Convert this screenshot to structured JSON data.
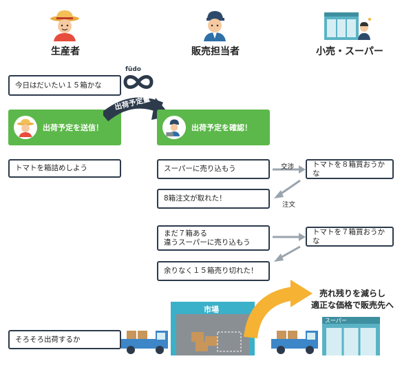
{
  "columns": {
    "producer": "生産者",
    "sales": "販売担当者",
    "retail": "小売・スーパー"
  },
  "logo": {
    "brand": "fūdo",
    "arrow_label": "出荷予定量"
  },
  "producer_boxes": {
    "today": "今日はだいたい１５箱かな",
    "send": "出荷予定を送信！",
    "pack": "トマトを箱詰めしよう",
    "ship": "そろそろ出荷するか"
  },
  "sales_boxes": {
    "confirm": "出荷予定を確認！",
    "sell_super": "スーパーに売り込もう",
    "order8": "8箱注文が取れた！",
    "seven_left_1": "まだ７箱ある",
    "seven_left_2": "違うスーパーに売り込もう",
    "sold_all": "余りなく１５箱売り切れた！"
  },
  "retail_boxes": {
    "buy8": "トマトを８箱買おうかな",
    "buy7": "トマトを７箱買おうかな"
  },
  "flow_labels": {
    "negotiate": "交渉",
    "order": "注文"
  },
  "market_sign": "市場",
  "supermarket_sign": "スーパー",
  "annotation": {
    "line1": "売れ残りを減らし",
    "line2": "適正な価格で販売先へ"
  },
  "colors": {
    "green": "#5cb84a",
    "dark": "#2c3a4b",
    "market_teal": "#3bb0c9",
    "orange_arrow": "#f5b233",
    "truck_blue": "#3d86c8"
  }
}
